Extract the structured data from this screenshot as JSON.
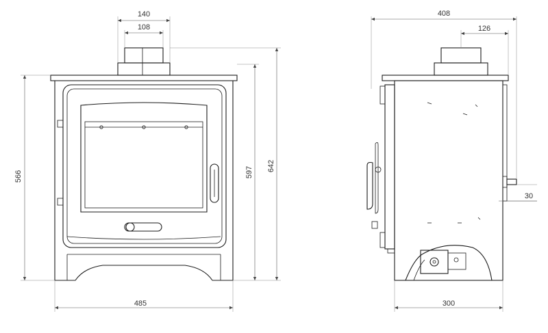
{
  "front_view": {
    "dims": {
      "flue_outer_width": "140",
      "flue_inner_width": "108",
      "body_width": "485",
      "body_height": "566",
      "height_to_top": "597",
      "height_to_flue": "642"
    }
  },
  "side_view": {
    "dims": {
      "overall_depth": "408",
      "flue_offset": "126",
      "base_depth": "300",
      "rear_outlet_height": "30"
    }
  },
  "colors": {
    "line": "#1a1a1a",
    "dimension": "#555555",
    "background": "#ffffff"
  }
}
